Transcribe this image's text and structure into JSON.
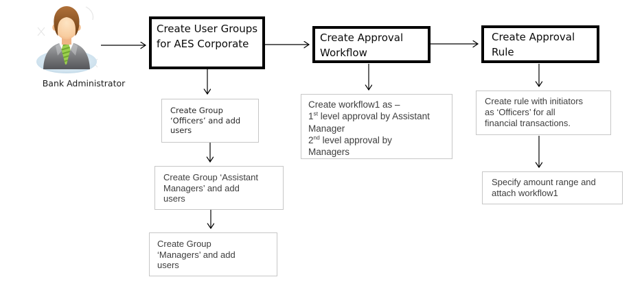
{
  "actor": {
    "label": "Bank Administrator",
    "icon": "bank-administrator-avatar-icon"
  },
  "steps": {
    "user_groups": {
      "lines": [
        "Create User Groups",
        "for AES Corporate"
      ]
    },
    "approval_workflow": {
      "lines": [
        "Create Approval",
        "Workflow"
      ]
    },
    "approval_rule": {
      "lines": [
        "Create Approval",
        "Rule"
      ]
    }
  },
  "notes": {
    "officers": {
      "lines": [
        "Create Group",
        "‘Officers’ and add",
        "users"
      ]
    },
    "assistant_managers": {
      "lines": [
        "Create Group ‘Assistant",
        "Managers’ and add",
        "users"
      ]
    },
    "managers": {
      "lines": [
        "Create Group",
        "‘Managers’ and add",
        "users"
      ]
    },
    "workflow1": {
      "line1": "Create workflow1 as –",
      "line2_num": "1",
      "line2_sup": "st",
      "line2_rest": " level approval by Assistant",
      "line3": "Manager",
      "line4_num": "2",
      "line4_sup": "nd",
      "line4_rest": " level approval by",
      "line5": "Managers"
    },
    "rule": {
      "lines": [
        "Create rule with initiators",
        "as ‘Officers’ for all",
        "financial transactions."
      ]
    },
    "specify": {
      "lines": [
        "Specify amount range and",
        "attach workflow1"
      ]
    }
  },
  "colors": {
    "step_border": "#000000",
    "note_border": "#c6c6c6",
    "step_text": "#0a0a0a",
    "note_text": "#3d3d3d",
    "arrow": "#000000",
    "tie_green": "#8dc63f",
    "suit_gray": "#77787b",
    "base_blue": "#cfe2ee",
    "hair_brown": "#8a5a28",
    "skin": "#f5c79d"
  }
}
